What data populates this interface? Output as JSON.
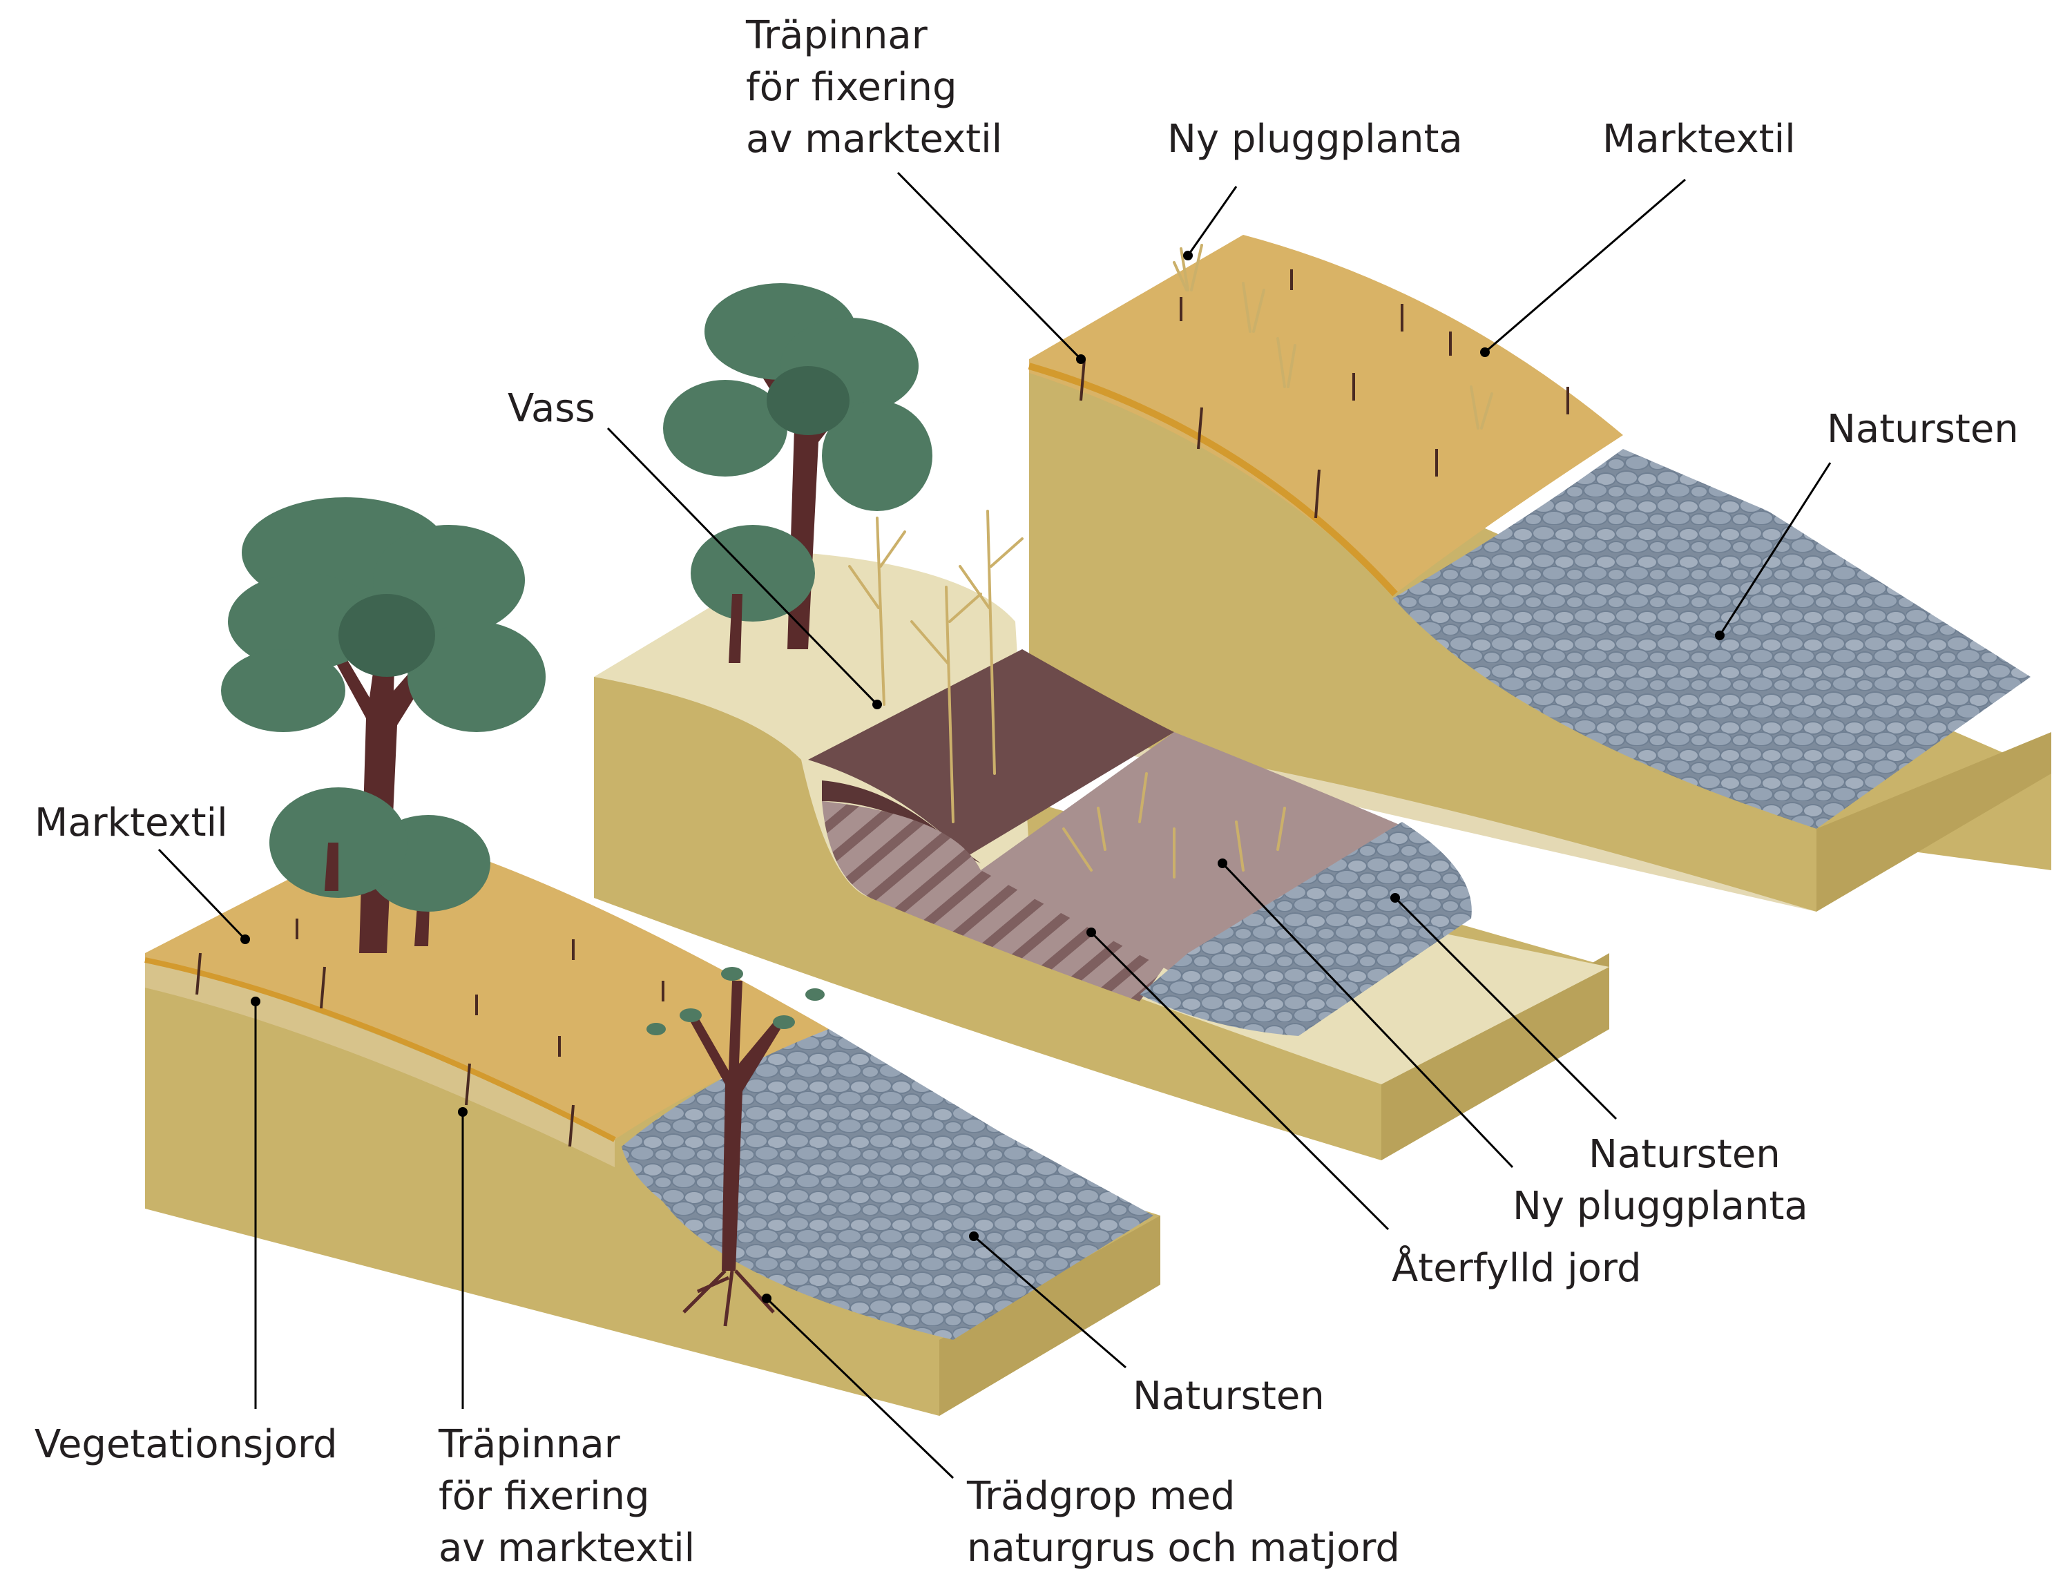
{
  "labels": {
    "trapinnar_top": [
      "Träpinnar",
      "för fixering",
      "av marktextil"
    ],
    "ny_pluggplanta_top": "Ny pluggplanta",
    "marktextil_top": "Marktextil",
    "natursten_right": "Natursten",
    "vass": "Vass",
    "marktextil_left": "Marktextil",
    "natursten_mid": "Natursten",
    "ny_pluggplanta_mid": "Ny pluggplanta",
    "aterfylld_jord": "Återfylld jord",
    "natursten_bottom": "Natursten",
    "vegetationsjord": "Vegetationsjord",
    "trapinnar_bottom": [
      "Träpinnar",
      "för fixering",
      "av marktextil"
    ],
    "tradgrop": [
      "Trädgrop med",
      "naturgrus och matjord"
    ]
  },
  "colors": {
    "soil_side": "#c9b36a",
    "soil_top": "#d9b366",
    "sand_top": "#e8dfb9",
    "textile_edge": "#d39a2e",
    "stone": "#95a3b4",
    "stone_dark": "#6f7f92",
    "refilled_soil": "#a8908f",
    "dark_soil": "#6d4b4b",
    "tree_leaf": "#4f7a62",
    "trunk": "#5a2b2b",
    "reed": "#cbb06a"
  },
  "icons": [
    "tree-icon",
    "reed-icon",
    "stone-icon",
    "plug-plant-icon"
  ]
}
